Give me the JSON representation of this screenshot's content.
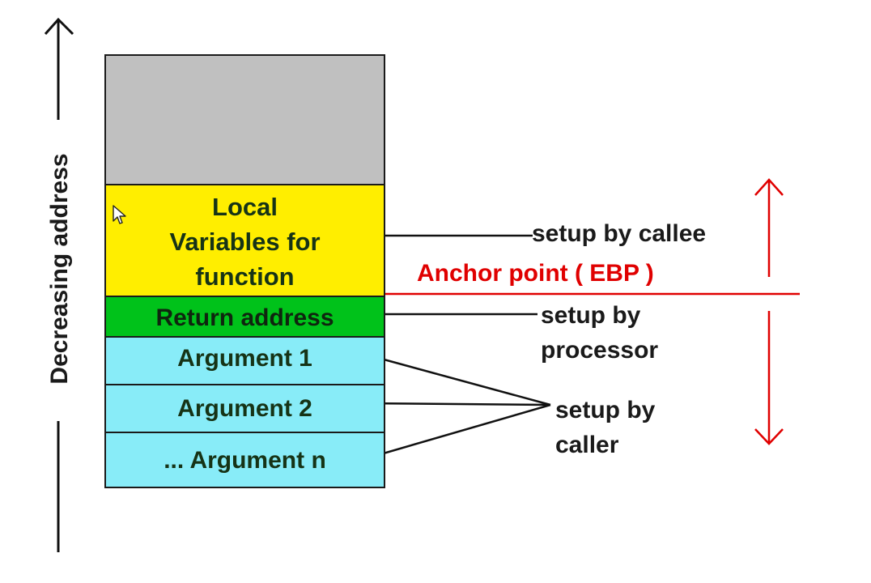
{
  "diagram": {
    "axis_label": "Decreasing address",
    "stack_blocks": [
      {
        "id": "unused",
        "lines": [],
        "color": "#c0c0c0"
      },
      {
        "id": "locals",
        "lines": [
          "Local",
          "Variables for",
          "function"
        ],
        "color": "#ffee00"
      },
      {
        "id": "return",
        "lines": [
          "Return address"
        ],
        "color": "#00c21a"
      },
      {
        "id": "arg1",
        "lines": [
          "Argument 1"
        ],
        "color": "#88ecf8"
      },
      {
        "id": "arg2",
        "lines": [
          "Argument 2"
        ],
        "color": "#88ecf8"
      },
      {
        "id": "argn",
        "lines": [
          "... Argument n"
        ],
        "color": "#88ecf8"
      }
    ],
    "annotations": {
      "callee": [
        "setup by callee"
      ],
      "processor": [
        "setup by",
        "processor"
      ],
      "caller": [
        "setup by",
        "caller"
      ],
      "anchor": "Anchor point ( EBP )"
    },
    "colors": {
      "anchor": "#e00000",
      "lines": "#111111"
    },
    "icons": {
      "axis_arrow": "up-arrow-icon",
      "anchor_arrows": "double-headed-arrow-icon",
      "cursor": "mouse-pointer-icon"
    }
  }
}
